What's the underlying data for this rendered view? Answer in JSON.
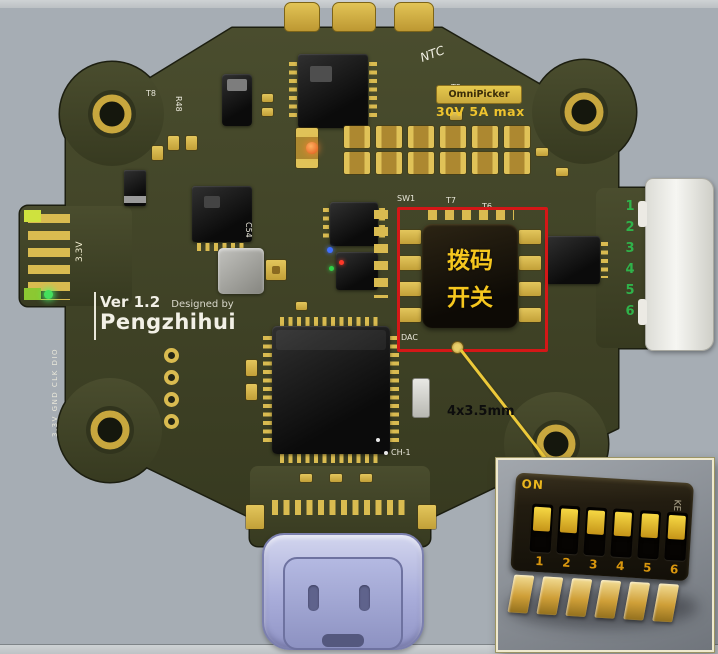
{
  "pcb": {
    "silkscreen": {
      "version": "Ver 1.2",
      "designed_by": "Designed by",
      "author": "Pengzhihui",
      "rail_3v3": "3.3V",
      "swd_pads": "3.3V GND CLK DIO",
      "ntc": "NTC",
      "t5": "T5",
      "t6": "T6",
      "t7": "T7",
      "t8": "T8",
      "r48": "R48",
      "c54": "C54",
      "sw1": "SW1",
      "dac": "DAC",
      "ch1": "CH-1"
    },
    "badge": {
      "brand": "OmniPicker",
      "rating": "30V 5A max"
    },
    "connector_pins": [
      "1",
      "2",
      "3",
      "4",
      "5",
      "6"
    ],
    "annotation": {
      "dip_switch_line1": "拨码",
      "dip_switch_line2": "开关",
      "dimension": "4x3.5mm"
    }
  },
  "inset": {
    "on_label": "ON",
    "side_label": "KE",
    "pins": [
      "1",
      "2",
      "3",
      "4",
      "5",
      "6"
    ]
  },
  "colors": {
    "board": "#3f422a",
    "gold": "#d9bb50",
    "annotation_red": "#d41717",
    "annotation_yellow": "#ecc93a",
    "pin_green": "#2fb34a",
    "label_yellow": "#f6c71e",
    "usb_lavender": "#a9adda"
  }
}
